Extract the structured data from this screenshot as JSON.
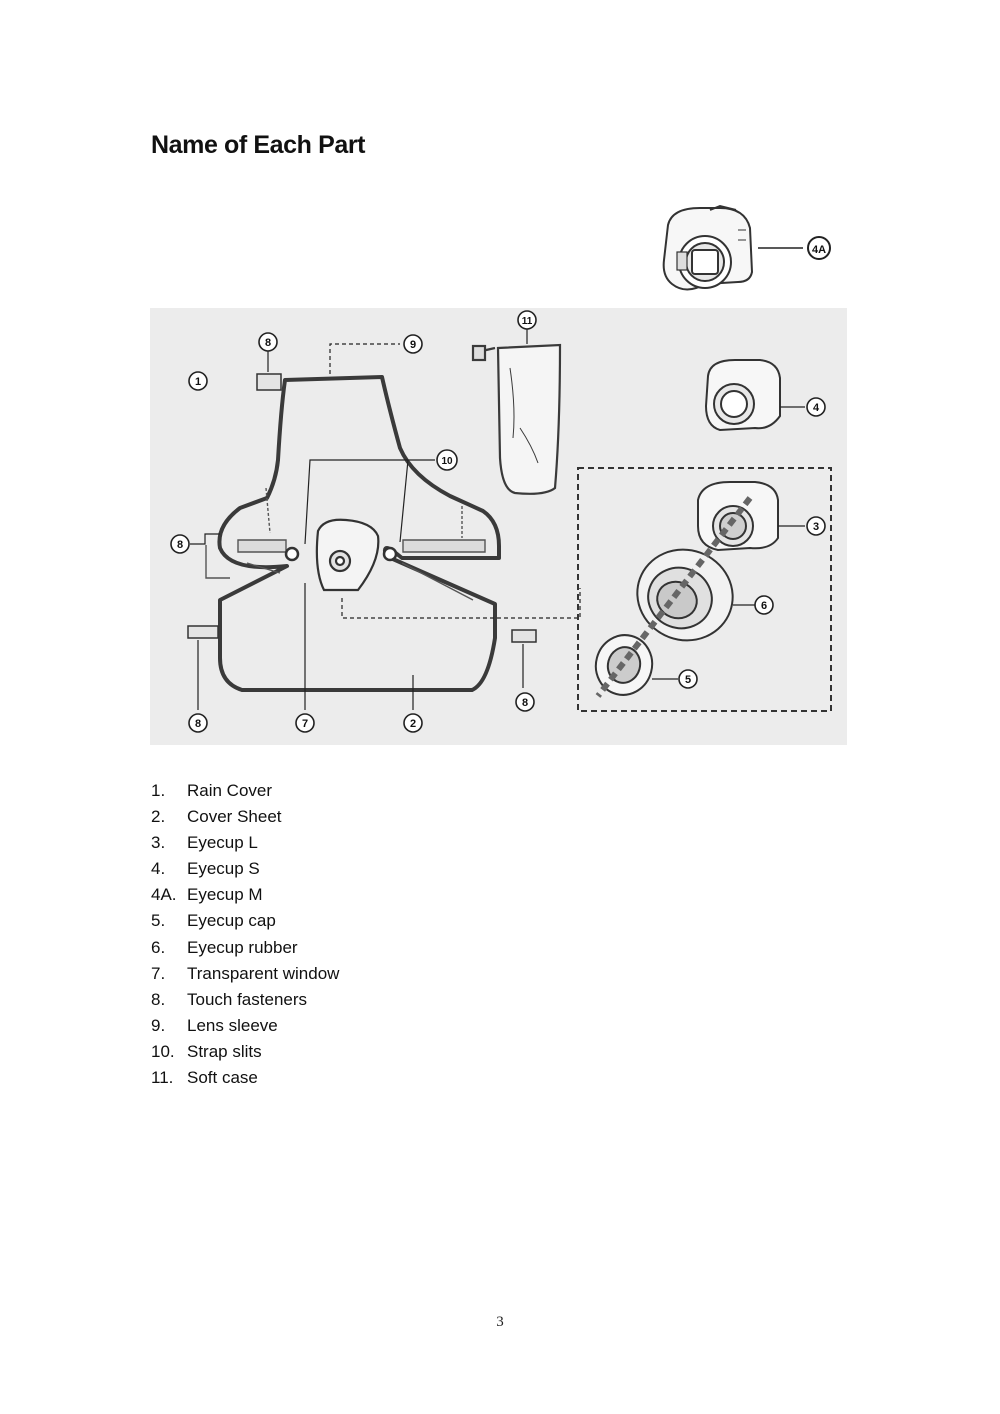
{
  "page": {
    "title": "Name of Each Part",
    "page_number": "3"
  },
  "figure": {
    "callouts": {
      "c1": "1",
      "c2": "2",
      "c3": "3",
      "c4": "4",
      "c4a": "4A",
      "c5": "5",
      "c6": "6",
      "c7": "7",
      "c8": "8",
      "c9": "9",
      "c10": "10",
      "c11": "11"
    }
  },
  "parts": [
    {
      "num": "1.",
      "label": "Rain Cover"
    },
    {
      "num": "2.",
      "label": "Cover Sheet"
    },
    {
      "num": "3.",
      "label": "Eyecup L"
    },
    {
      "num": "4.",
      "label": "Eyecup S"
    },
    {
      "num": "4A.",
      "label": "Eyecup M"
    },
    {
      "num": "5.",
      "label": "Eyecup cap"
    },
    {
      "num": "6.",
      "label": "Eyecup rubber"
    },
    {
      "num": "7.",
      "label": "Transparent window"
    },
    {
      "num": "8.",
      "label": "Touch fasteners"
    },
    {
      "num": "9.",
      "label": "Lens sleeve"
    },
    {
      "num": "10.",
      "label": "Strap slits"
    },
    {
      "num": "11.",
      "label": "Soft case"
    }
  ]
}
